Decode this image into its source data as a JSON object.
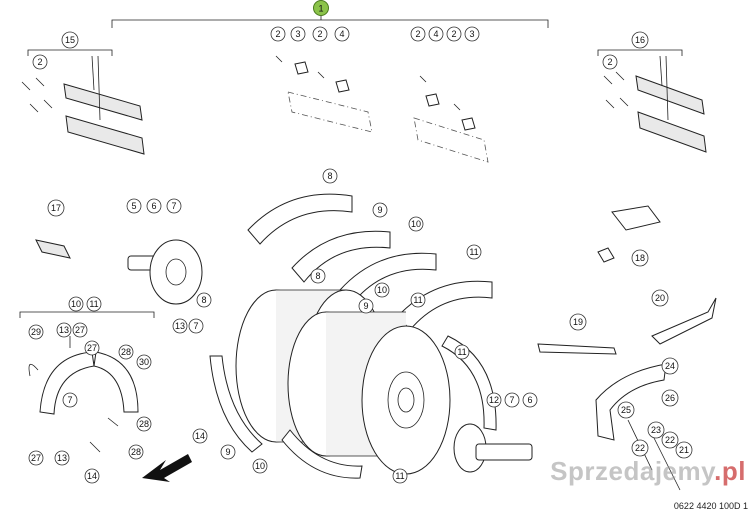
{
  "diagram": {
    "assembly_number": "1",
    "assembly_color": "#8bc34a",
    "drawing_code": "0622 4420 100D 1",
    "watermark": {
      "brand": "Sprzedajemy",
      "suffix": ".pl"
    },
    "callouts": {
      "c15": "15",
      "c16": "16",
      "c17": "17",
      "c18": "18",
      "c19": "19",
      "c20": "20",
      "c24": "24",
      "c26": "26",
      "c25": "25",
      "c23": "23",
      "c22": "22",
      "c21": "21",
      "top2a": "2",
      "top3a": "3",
      "top2b": "2",
      "top4a": "4",
      "top2c": "2",
      "top4b": "4",
      "top2d": "2",
      "top3b": "3",
      "l2": "2",
      "r2": "2",
      "c5": "5",
      "c6": "6",
      "c7": "7",
      "c8a": "8",
      "c9a": "9",
      "c10a": "10",
      "c11a": "11",
      "c8b": "8",
      "c9b": "9",
      "c10b": "10",
      "c11b": "11",
      "c11c": "11",
      "c9c": "9",
      "c10c": "10",
      "c11d": "11",
      "c12": "12",
      "c7b": "7",
      "c6b": "6",
      "c13a": "13",
      "c7c": "7",
      "c14a": "14",
      "kit10": "10",
      "kit11": "11",
      "k29": "29",
      "k13": "13",
      "k27a": "27",
      "k27b": "27",
      "k28a": "28",
      "k30": "30",
      "k7": "7",
      "k28b": "28",
      "k28c": "28",
      "k27c": "27",
      "k13b": "13",
      "k14": "14"
    }
  }
}
